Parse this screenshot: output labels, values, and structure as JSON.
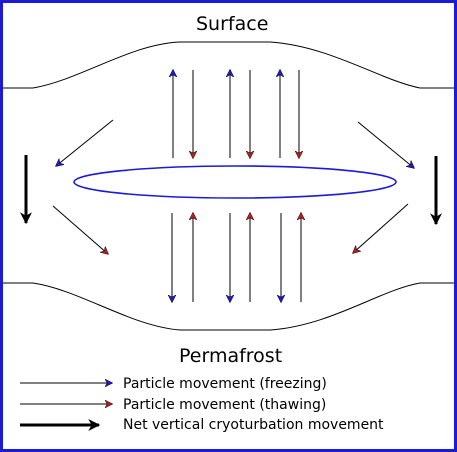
{
  "labels": {
    "top": "Surface",
    "bottom": "Permafrost"
  },
  "legend": [
    {
      "key": "freezing",
      "text": "Particle movement (freezing)",
      "color": "#1a1ad9"
    },
    {
      "key": "thawing",
      "text": "Particle movement (thawing)",
      "color": "#c41a1a"
    },
    {
      "key": "net",
      "text": "Net vertical cryoturbation movement",
      "color": "#000000"
    }
  ],
  "colors": {
    "frame": "#1b1bd6",
    "lens": "#1a1ad9",
    "freeze_head": "#1a1ad9",
    "thaw_head": "#c41a1a",
    "line": "#000000"
  }
}
